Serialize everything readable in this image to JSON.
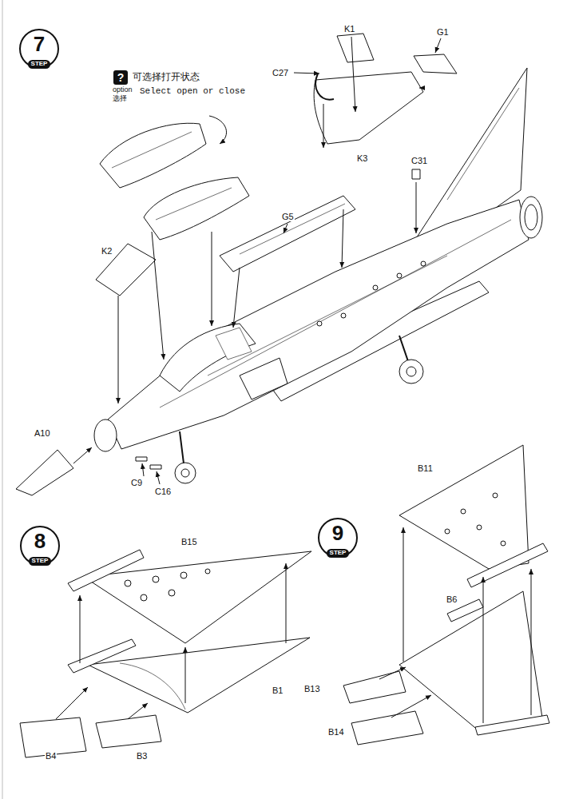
{
  "diagram": {
    "nodes": [
      {
        "text": [
          "7",
          "STEP"
        ]
      },
      {
        "text": [
          "?"
        ]
      },
      {
        "text": [
          "8",
          "STEP"
        ]
      },
      {
        "text": [
          "9",
          "STEP"
        ]
      }
    ],
    "labels": [
      "可选择打开状态",
      "option",
      "选择",
      "Select open or close",
      "K1",
      "G1",
      "C27",
      "K3",
      "C31",
      "G5",
      "K2",
      "A10",
      "C9",
      "C16",
      "B15",
      "B11",
      "B6",
      "B1",
      "B13",
      "B14",
      "B4",
      "B3"
    ]
  }
}
